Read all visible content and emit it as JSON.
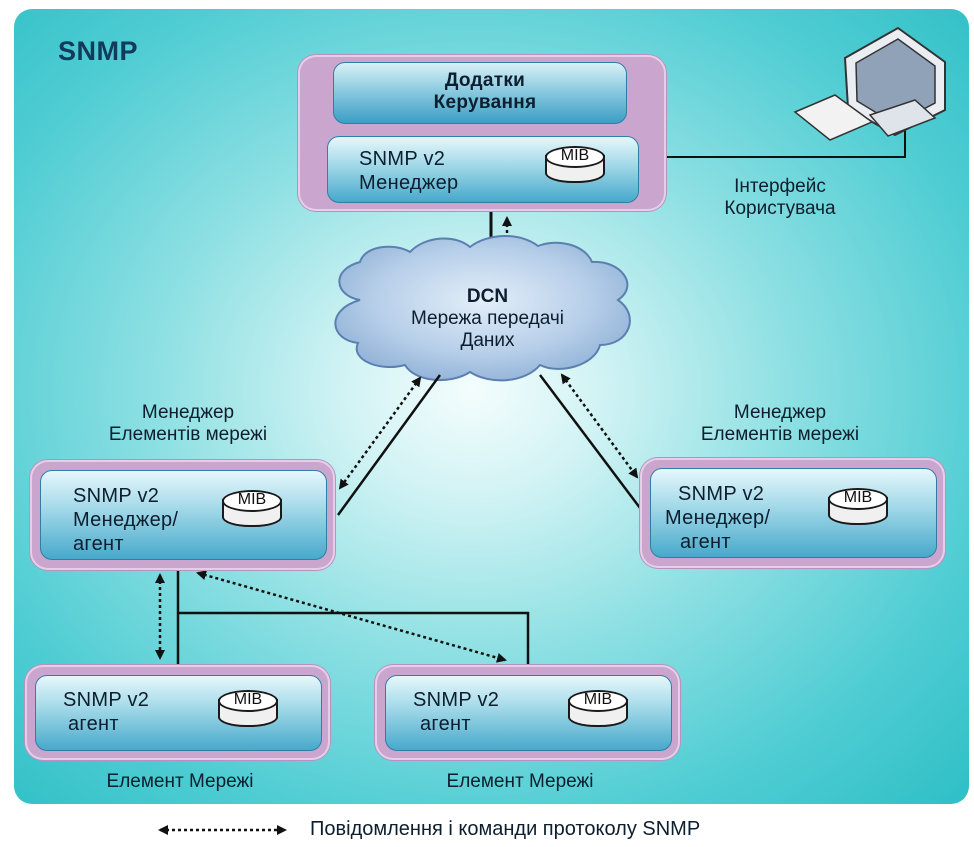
{
  "diagram": {
    "title": "SNMP",
    "top_box": {
      "apps": "Додатки\nКерування",
      "line1": "SNMP v2",
      "line2": "Менеджер",
      "mib": "MIB"
    },
    "user_interface": "Інтерфейс\nКористувача",
    "dcn": {
      "line1": "DCN",
      "line2": "Мережа передачі",
      "line3": "Даних"
    },
    "left_manager": {
      "caption": "Менеджер\nЕлементів мережі",
      "line1": "SNMP v2",
      "line2": "Менеджер/",
      "line3": "агент",
      "mib": "MIB"
    },
    "right_manager": {
      "caption": "Менеджер\nЕлементів мережі",
      "line1": "SNMP v2",
      "line2": "Менеджер/",
      "line3": "агент",
      "mib": "MIB"
    },
    "agent_left": {
      "line1": "SNMP v2",
      "line2": "агент",
      "mib": "MIB",
      "caption": "Елемент Мережі"
    },
    "agent_right": {
      "line1": "SNMP v2",
      "line2": "агент",
      "mib": "MIB",
      "caption": "Елемент Мережі"
    }
  },
  "legend": "Повідомлення і команди протоколу SNMP"
}
